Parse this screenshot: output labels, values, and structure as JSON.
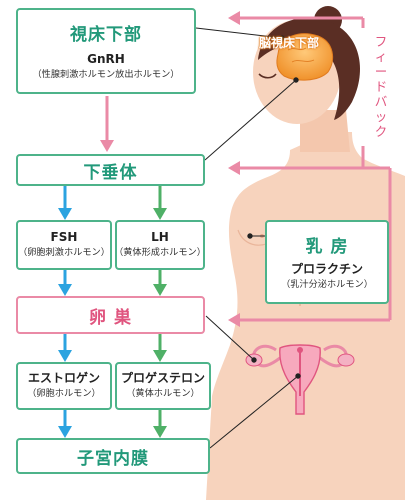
{
  "hypothalamus": {
    "title": "視床下部",
    "hormone": "GnRH",
    "desc": "（性腺刺激ホルモン放出ホルモン）"
  },
  "pituitary": {
    "title": "下垂体"
  },
  "fsh": {
    "name": "FSH",
    "desc": "（卵胞刺激ホルモン）"
  },
  "lh": {
    "name": "LH",
    "desc": "（黄体形成ホルモン）"
  },
  "ovary": {
    "title": "卵 巣"
  },
  "estrogen": {
    "name": "エストロゲン",
    "desc": "（卵胞ホルモン）"
  },
  "progesterone": {
    "name": "プロゲステロン",
    "desc": "（黄体ホルモン）"
  },
  "endometrium": {
    "title": "子宮内膜"
  },
  "breast": {
    "title": "乳 房",
    "hormone": "プロラクチン",
    "desc": "（乳汁分泌ホルモン）"
  },
  "brain_label": "脳視床下部",
  "feedback": [
    "フ",
    "ィ",
    "ー",
    "ド",
    "バ",
    "ッ",
    "ク"
  ],
  "colors": {
    "green": "#4db38a",
    "pink": "#ea8aa6",
    "blue_arrow": "#2ba3e0",
    "green_arrow": "#4fb067",
    "feedback": "#e0557f",
    "skin": "#f7d3bd",
    "brain": "#f2a64a"
  }
}
